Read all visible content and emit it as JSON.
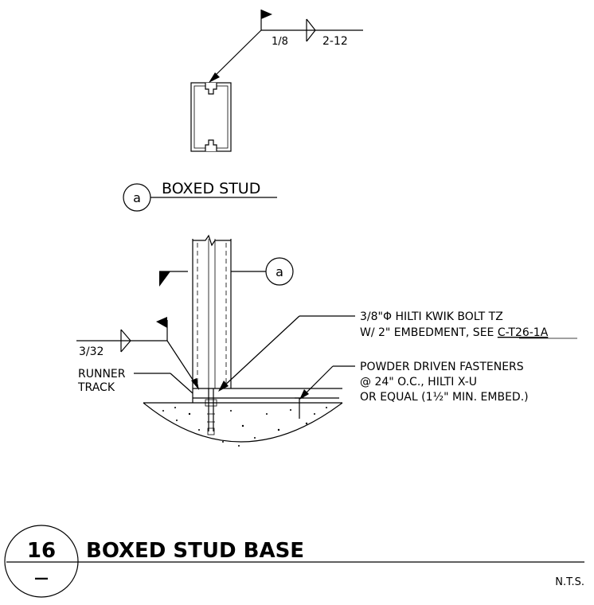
{
  "weld_symbol": {
    "size": "1/8",
    "length_pitch": "2-12"
  },
  "boxed_stud_section": {
    "marker": "a",
    "title": "BOXED STUD"
  },
  "section_marker": "a",
  "base_weld": {
    "size": "3/32"
  },
  "callouts": {
    "bolt_line1": "3/8\"Φ HILTI KWIK BOLT TZ",
    "bolt_line2_prefix": "W/ 2\" EMBEDMENT, SEE ",
    "bolt_ref": "C-T26-1A",
    "fastener_line1": "POWDER DRIVEN FASTENERS",
    "fastener_line2": "@ 24\" O.C., HILTI X-U",
    "fastener_line3": "OR EQUAL (1½\" MIN. EMBED.)",
    "runner_line1": "RUNNER",
    "runner_line2": "TRACK"
  },
  "title_block": {
    "detail_number": "16",
    "sheet_ref": "—",
    "title": "BOXED STUD BASE",
    "scale": "N.T.S."
  }
}
